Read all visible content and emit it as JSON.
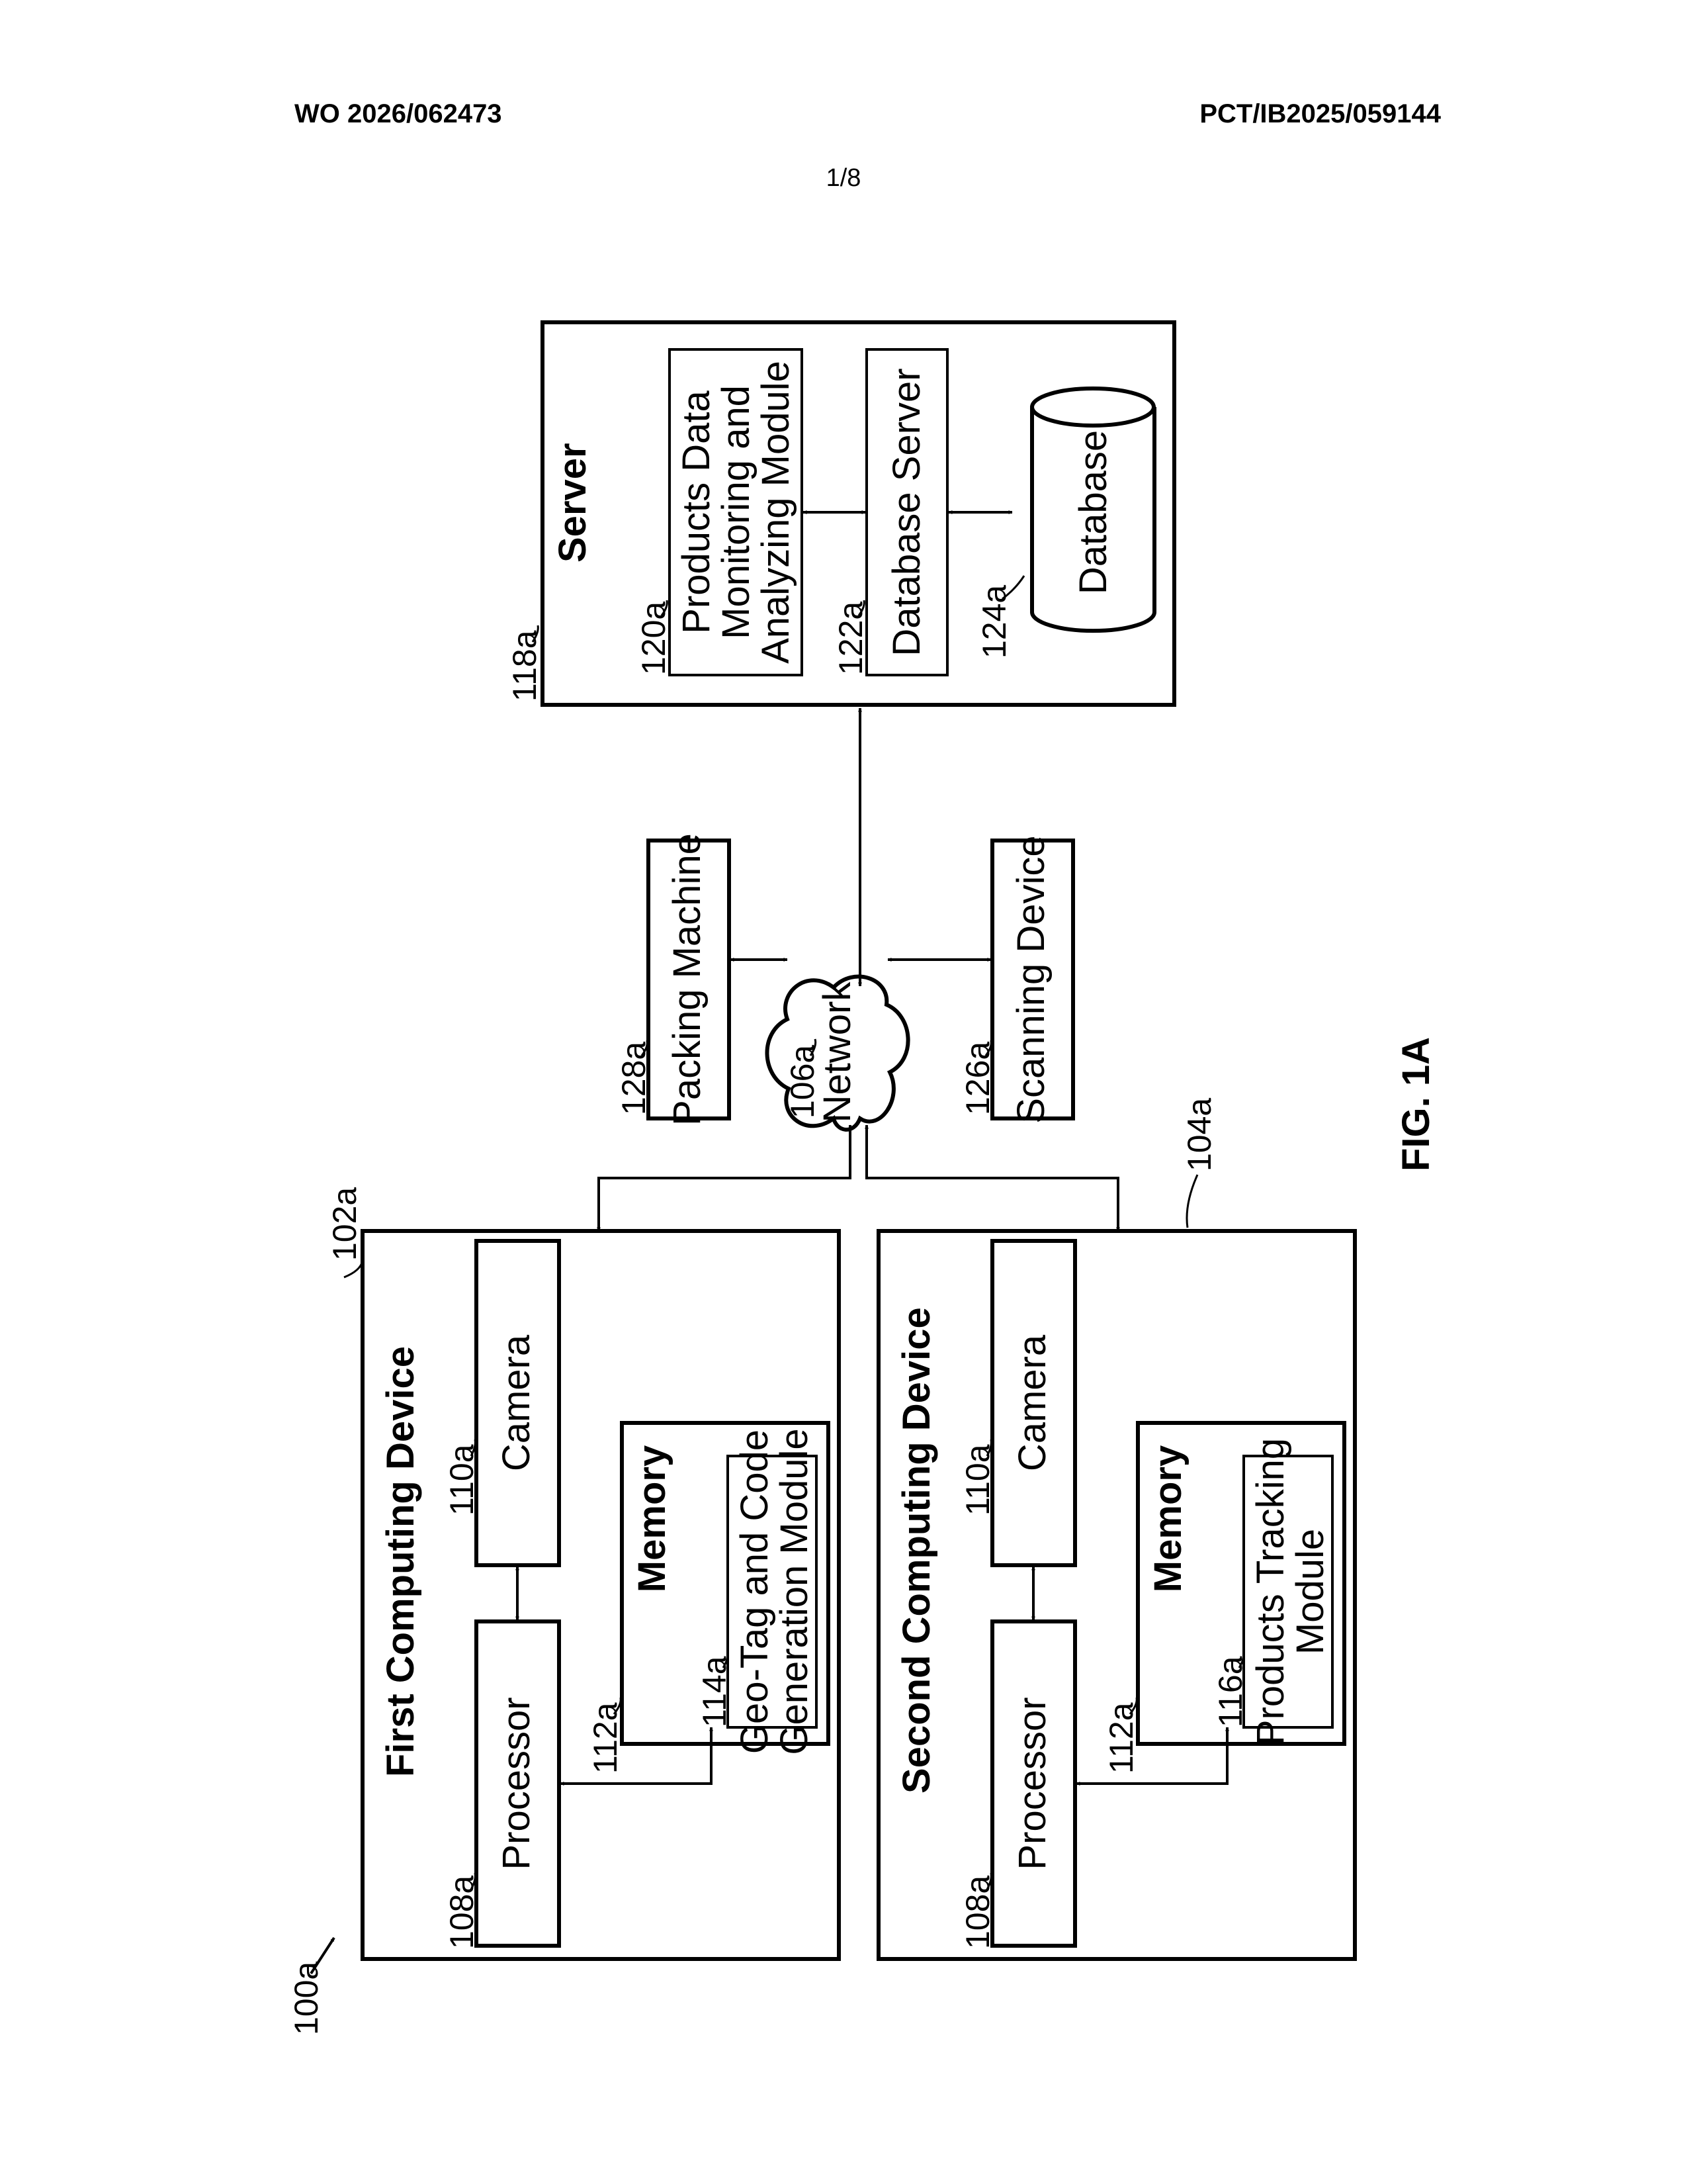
{
  "header": {
    "pub_number": "WO 2026/062473",
    "app_number": "PCT/IB2025/059144",
    "sheet": "1/8"
  },
  "figure": {
    "caption": "FIG. 1A",
    "system_ref": "100a",
    "first_device": {
      "ref": "102a",
      "title": "First Computing Device",
      "processor": {
        "ref": "108a",
        "label": "Processor"
      },
      "camera": {
        "ref": "110a",
        "label": "Camera"
      },
      "memory": {
        "ref": "112a",
        "label": "Memory"
      },
      "module": {
        "ref": "114a",
        "line1": "Geo-Tag and Code",
        "line2": "Generation Module"
      }
    },
    "second_device": {
      "ref": "104a",
      "title": "Second Computing Device",
      "processor": {
        "ref": "108a",
        "label": "Processor"
      },
      "camera": {
        "ref": "110a",
        "label": "Camera"
      },
      "memory": {
        "ref": "112a",
        "label": "Memory"
      },
      "module": {
        "ref": "116a",
        "line1": "Products Tracking",
        "line2": "Module"
      }
    },
    "network": {
      "ref": "106a",
      "label": "Network"
    },
    "packing_machine": {
      "ref": "128a",
      "label": "Packing Machine"
    },
    "scanning_device": {
      "ref": "126a",
      "label": "Scanning Device"
    },
    "server": {
      "ref": "118a",
      "title": "Server",
      "module": {
        "ref": "120a",
        "line1": "Products Data",
        "line2": "Monitoring and",
        "line3": "Analyzing Module"
      },
      "db_server": {
        "ref": "122a",
        "label": "Database Server"
      },
      "database": {
        "ref": "124a",
        "label": "Database"
      }
    }
  }
}
